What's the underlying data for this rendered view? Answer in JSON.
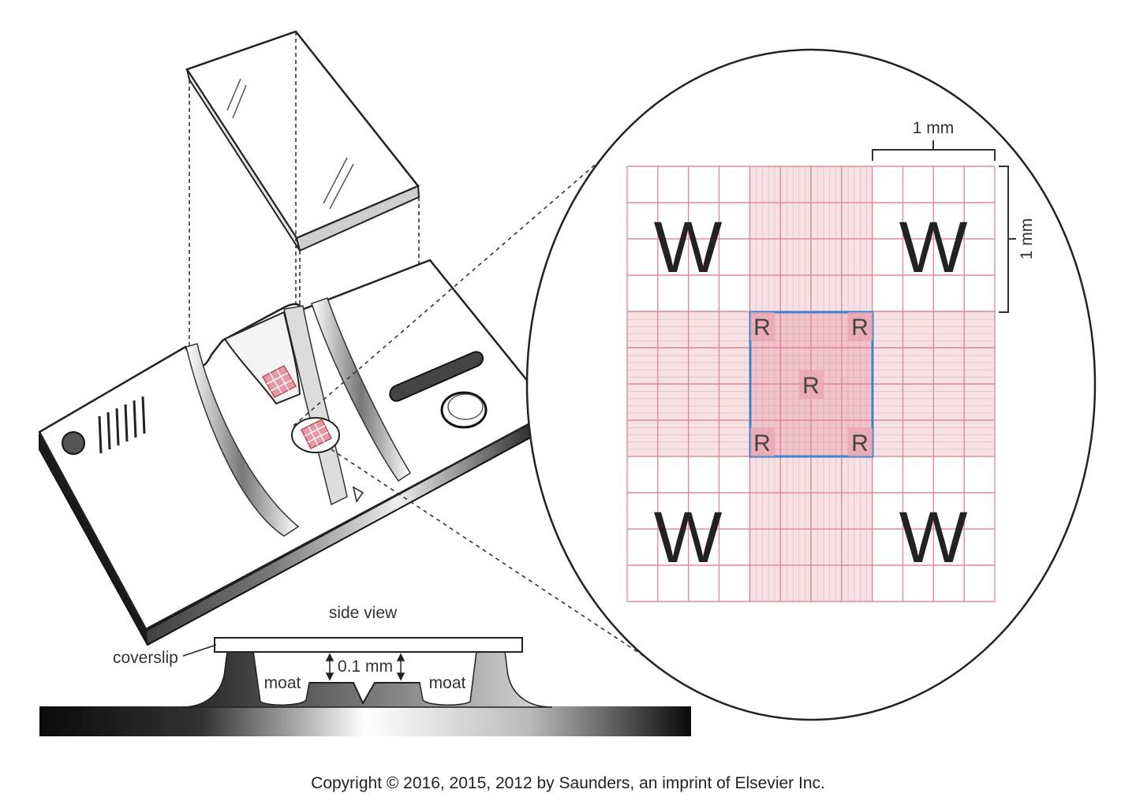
{
  "labels": {
    "scale_horizontal": "1 mm",
    "scale_vertical": "1 mm",
    "side_view": "side view",
    "coverslip": "coverslip",
    "moat_left": "moat",
    "moat_right": "moat",
    "depth": "0.1 mm"
  },
  "grid": {
    "corner_square_letter": "W",
    "center_square_letter": "R",
    "rbc_positions": [
      "top-left",
      "top-right",
      "center",
      "bottom-left",
      "bottom-right"
    ]
  },
  "copyright": "Copyright © 2016, 2015, 2012 by Saunders, an imprint of Elsevier Inc.",
  "colors": {
    "grid_line": "#d98a9a",
    "center_box": "#3a86c8",
    "outline": "#222222"
  }
}
